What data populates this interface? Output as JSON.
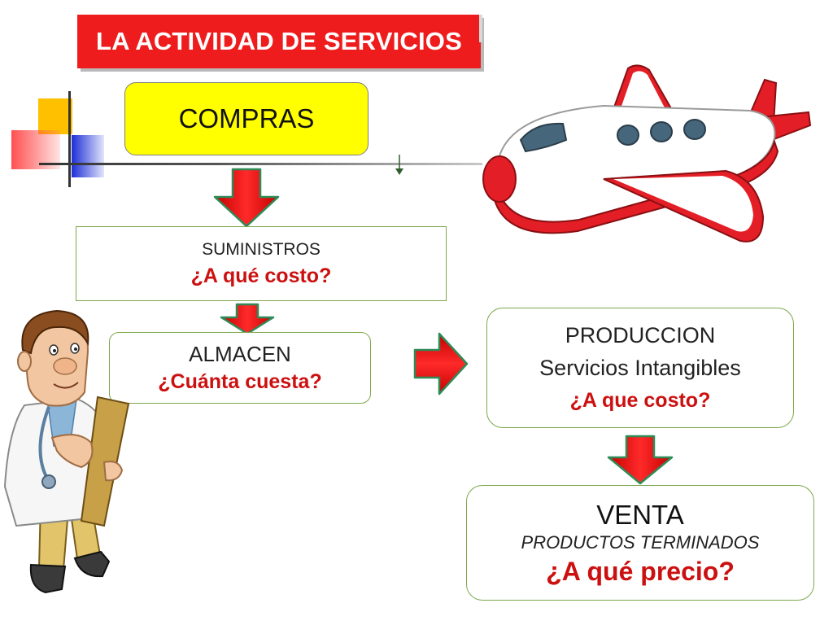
{
  "slide": {
    "title": "LA ACTIVIDAD DE SERVICIOS",
    "colors": {
      "title_bg": "#ee1c1c",
      "compras_bg": "#ffff00",
      "arrow": "#e81818",
      "question_text": "#cc1010",
      "box_border": "#7da84d"
    }
  },
  "diagram": {
    "compras": {
      "label": "COMPRAS"
    },
    "suministros": {
      "label": "SUMINISTROS",
      "question": "¿A qué costo?"
    },
    "almacen": {
      "label": "ALMACEN",
      "question": "¿Cuánta cuesta?"
    },
    "produccion": {
      "label": "PRODUCCION",
      "sublabel": "Servicios Intangibles",
      "question": "¿A que costo?"
    },
    "venta": {
      "label": "VENTA",
      "sublabel": "PRODUCTOS TERMINADOS",
      "question": "¿A qué precio?"
    }
  },
  "illustrations": {
    "airplane": "airplane-icon",
    "doctor": "doctor-icon"
  }
}
